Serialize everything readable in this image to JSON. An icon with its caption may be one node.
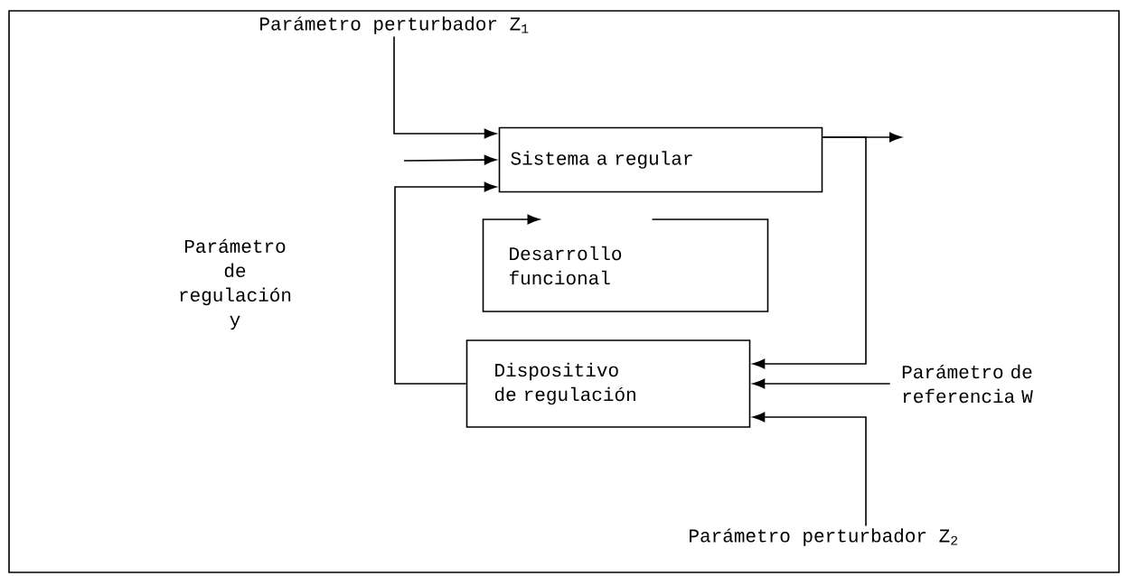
{
  "diagram": {
    "nodes": [
      {
        "text": [
          "Parámetro perturbador Z$_{1}$"
        ]
      },
      {
        "text": [
          "Sistema a regular"
        ]
      },
      {
        "text": [
          "Desarrollo funcional"
        ]
      },
      {
        "text": [
          "Dispositivo de regulación"
        ]
      },
      {
        "text": [
          "Parámetro de referencia W"
        ]
      },
      {
        "text": [
          "Parámetro perturbador Z$_{2}$"
        ]
      }
    ],
    "edges": [
      {
        "from": 0,
        "to": 1,
        "arrow": "to"
      },
      {
        "from": null,
        "to": 1,
        "arrow": "to"
      },
      {
        "from": 3,
        "to": 1,
        "arrow": "to"
      },
      {
        "from": 1,
        "to": null,
        "arrow": "to"
      },
      {
        "from": 1,
        "to": 3,
        "arrow": "to"
      },
      {
        "from": 4,
        "to": 3,
        "arrow": "to"
      },
      {
        "from": 5,
        "to": 3,
        "arrow": "to"
      }
    ],
    "labels": [
      "Parámetro de regulación y"
    ]
  }
}
